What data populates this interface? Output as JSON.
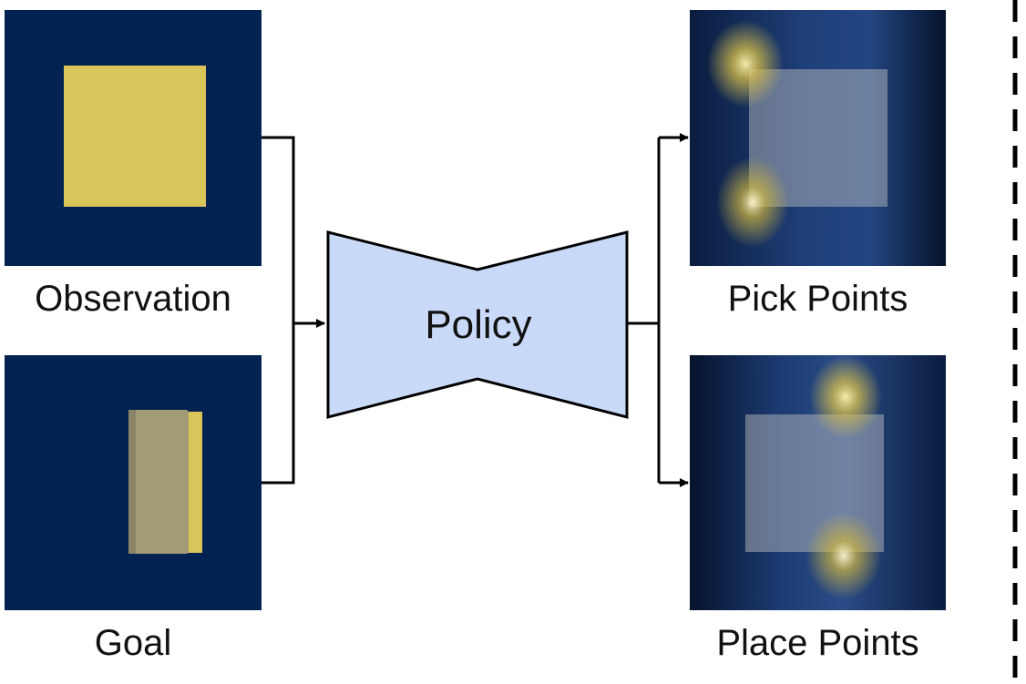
{
  "labels": {
    "observation": "Observation",
    "goal": "Goal",
    "policy": "Policy",
    "pick_points": "Pick Points",
    "place_points": "Place Points"
  },
  "colors": {
    "panel_background": "#022352",
    "cloth_yellow": "#d9c55a",
    "policy_fill": "#c9daf8",
    "line": "#000000",
    "heatmap_glow": "#f2d96b"
  }
}
